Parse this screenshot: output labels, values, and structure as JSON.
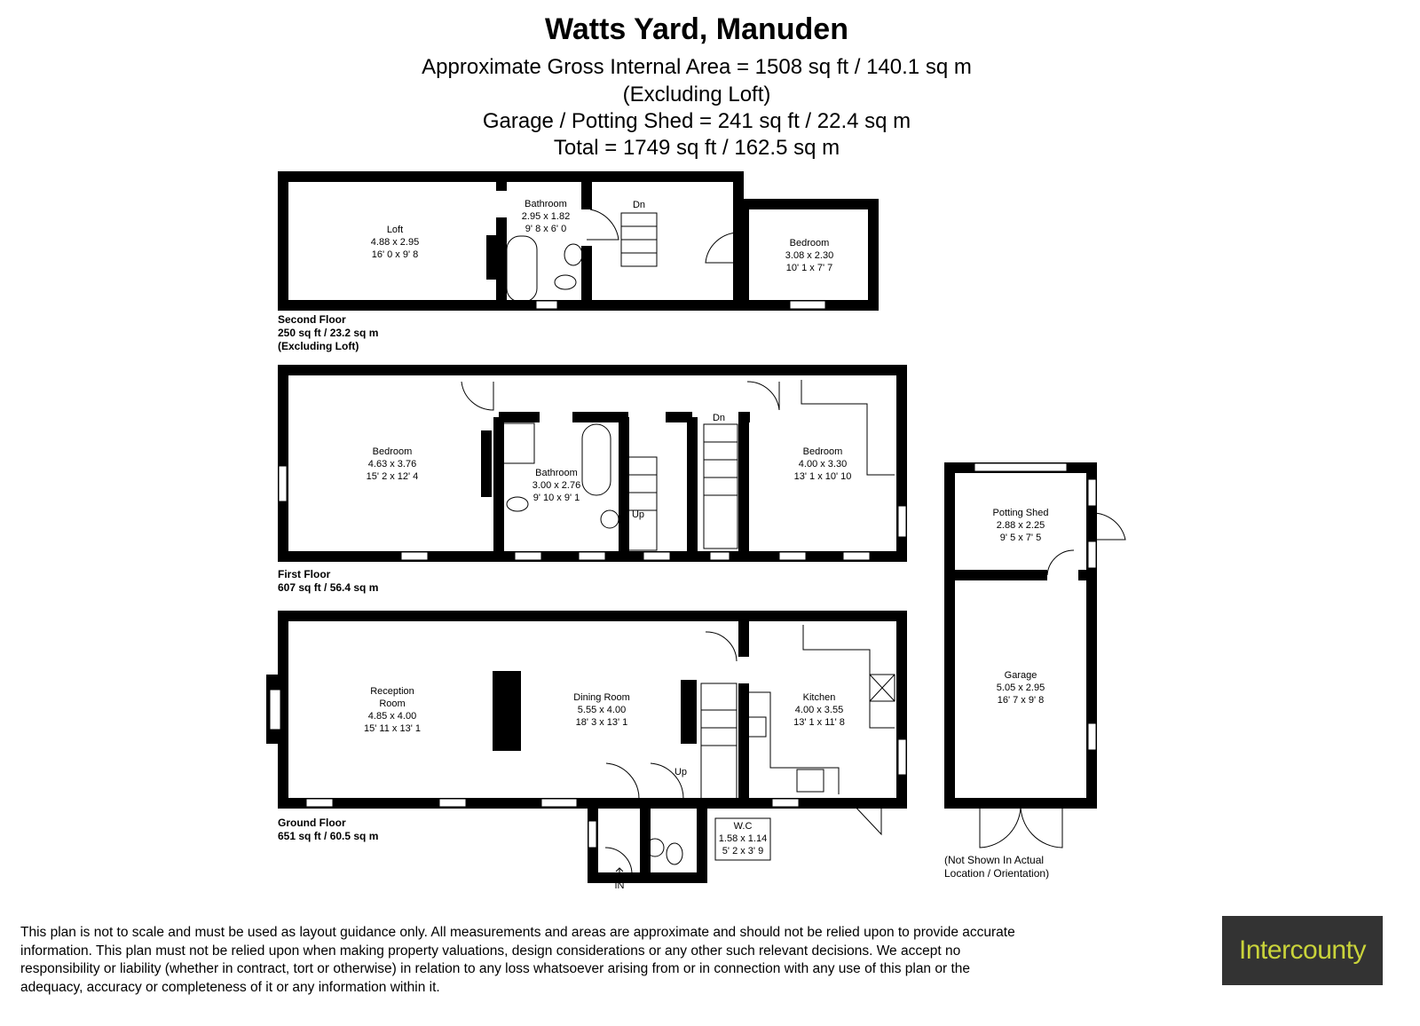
{
  "header": {
    "title": "Watts Yard, Manuden",
    "lines": [
      "Approximate Gross Internal Area = 1508 sq ft / 140.1 sq m",
      "(Excluding Loft)",
      "Garage / Potting Shed = 241 sq ft / 22.4 sq m",
      "Total = 1749 sq ft / 162.5 sq m"
    ]
  },
  "floors": {
    "second": {
      "name": "Second Floor",
      "area": "250 sq ft / 23.2 sq m",
      "note": "(Excluding Loft)"
    },
    "first": {
      "name": "First Floor",
      "area": "607 sq ft / 56.4 sq m"
    },
    "ground": {
      "name": "Ground Floor",
      "area": "651 sq ft / 60.5 sq m"
    }
  },
  "rooms": {
    "loft": {
      "name": "Loft",
      "metric": "4.88 x 2.95",
      "imperial": "16' 0 x 9' 8"
    },
    "bathroom2": {
      "name": "Bathroom",
      "metric": "2.95 x 1.82",
      "imperial": "9' 8 x 6' 0"
    },
    "bedroom2": {
      "name": "Bedroom",
      "metric": "3.08 x 2.30",
      "imperial": "10' 1 x 7' 7"
    },
    "bedroom1a": {
      "name": "Bedroom",
      "metric": "4.63 x 3.76",
      "imperial": "15' 2 x 12' 4"
    },
    "bathroom1": {
      "name": "Bathroom",
      "metric": "3.00 x 2.76",
      "imperial": "9' 10 x 9' 1"
    },
    "bedroom1b": {
      "name": "Bedroom",
      "metric": "4.00 x 3.30",
      "imperial": "13' 1 x 10' 10"
    },
    "potting": {
      "name": "Potting Shed",
      "metric": "2.88 x 2.25",
      "imperial": "9' 5 x 7' 5"
    },
    "garage": {
      "name": "Garage",
      "metric": "5.05 x 2.95",
      "imperial": "16' 7 x 9' 8"
    },
    "reception": {
      "name1": "Reception",
      "name2": "Room",
      "metric": "4.85 x 4.00",
      "imperial": "15' 11 x 13' 1"
    },
    "dining": {
      "name": "Dining Room",
      "metric": "5.55 x 4.00",
      "imperial": "18' 3 x 13' 1"
    },
    "kitchen": {
      "name": "Kitchen",
      "metric": "4.00 x 3.55",
      "imperial": "13' 1 x 11' 8"
    },
    "wc": {
      "name": "W.C",
      "metric": "1.58 x 1.14",
      "imperial": "5' 2 x 3' 9"
    }
  },
  "stairs": {
    "dn": "Dn",
    "up": "Up",
    "in": "IN"
  },
  "garage_note": [
    "(Not Shown In Actual",
    "Location / Orientation)"
  ],
  "disclaimer": "This plan is not to scale and must be used as layout guidance only. All measurements and areas are approximate and should not be relied upon to provide accurate information. This plan must not be relied upon when making property valuations, design considerations or any other such relevant decisions. We accept no responsibility or liability (whether in contract, tort or otherwise) in relation to any loss whatsoever arising from or in connection with any use of this plan or the adequacy, accuracy or completeness of it or any information within it.",
  "logo": {
    "text": "Intercounty",
    "bg": "#333333",
    "color": "#c9d33a"
  }
}
